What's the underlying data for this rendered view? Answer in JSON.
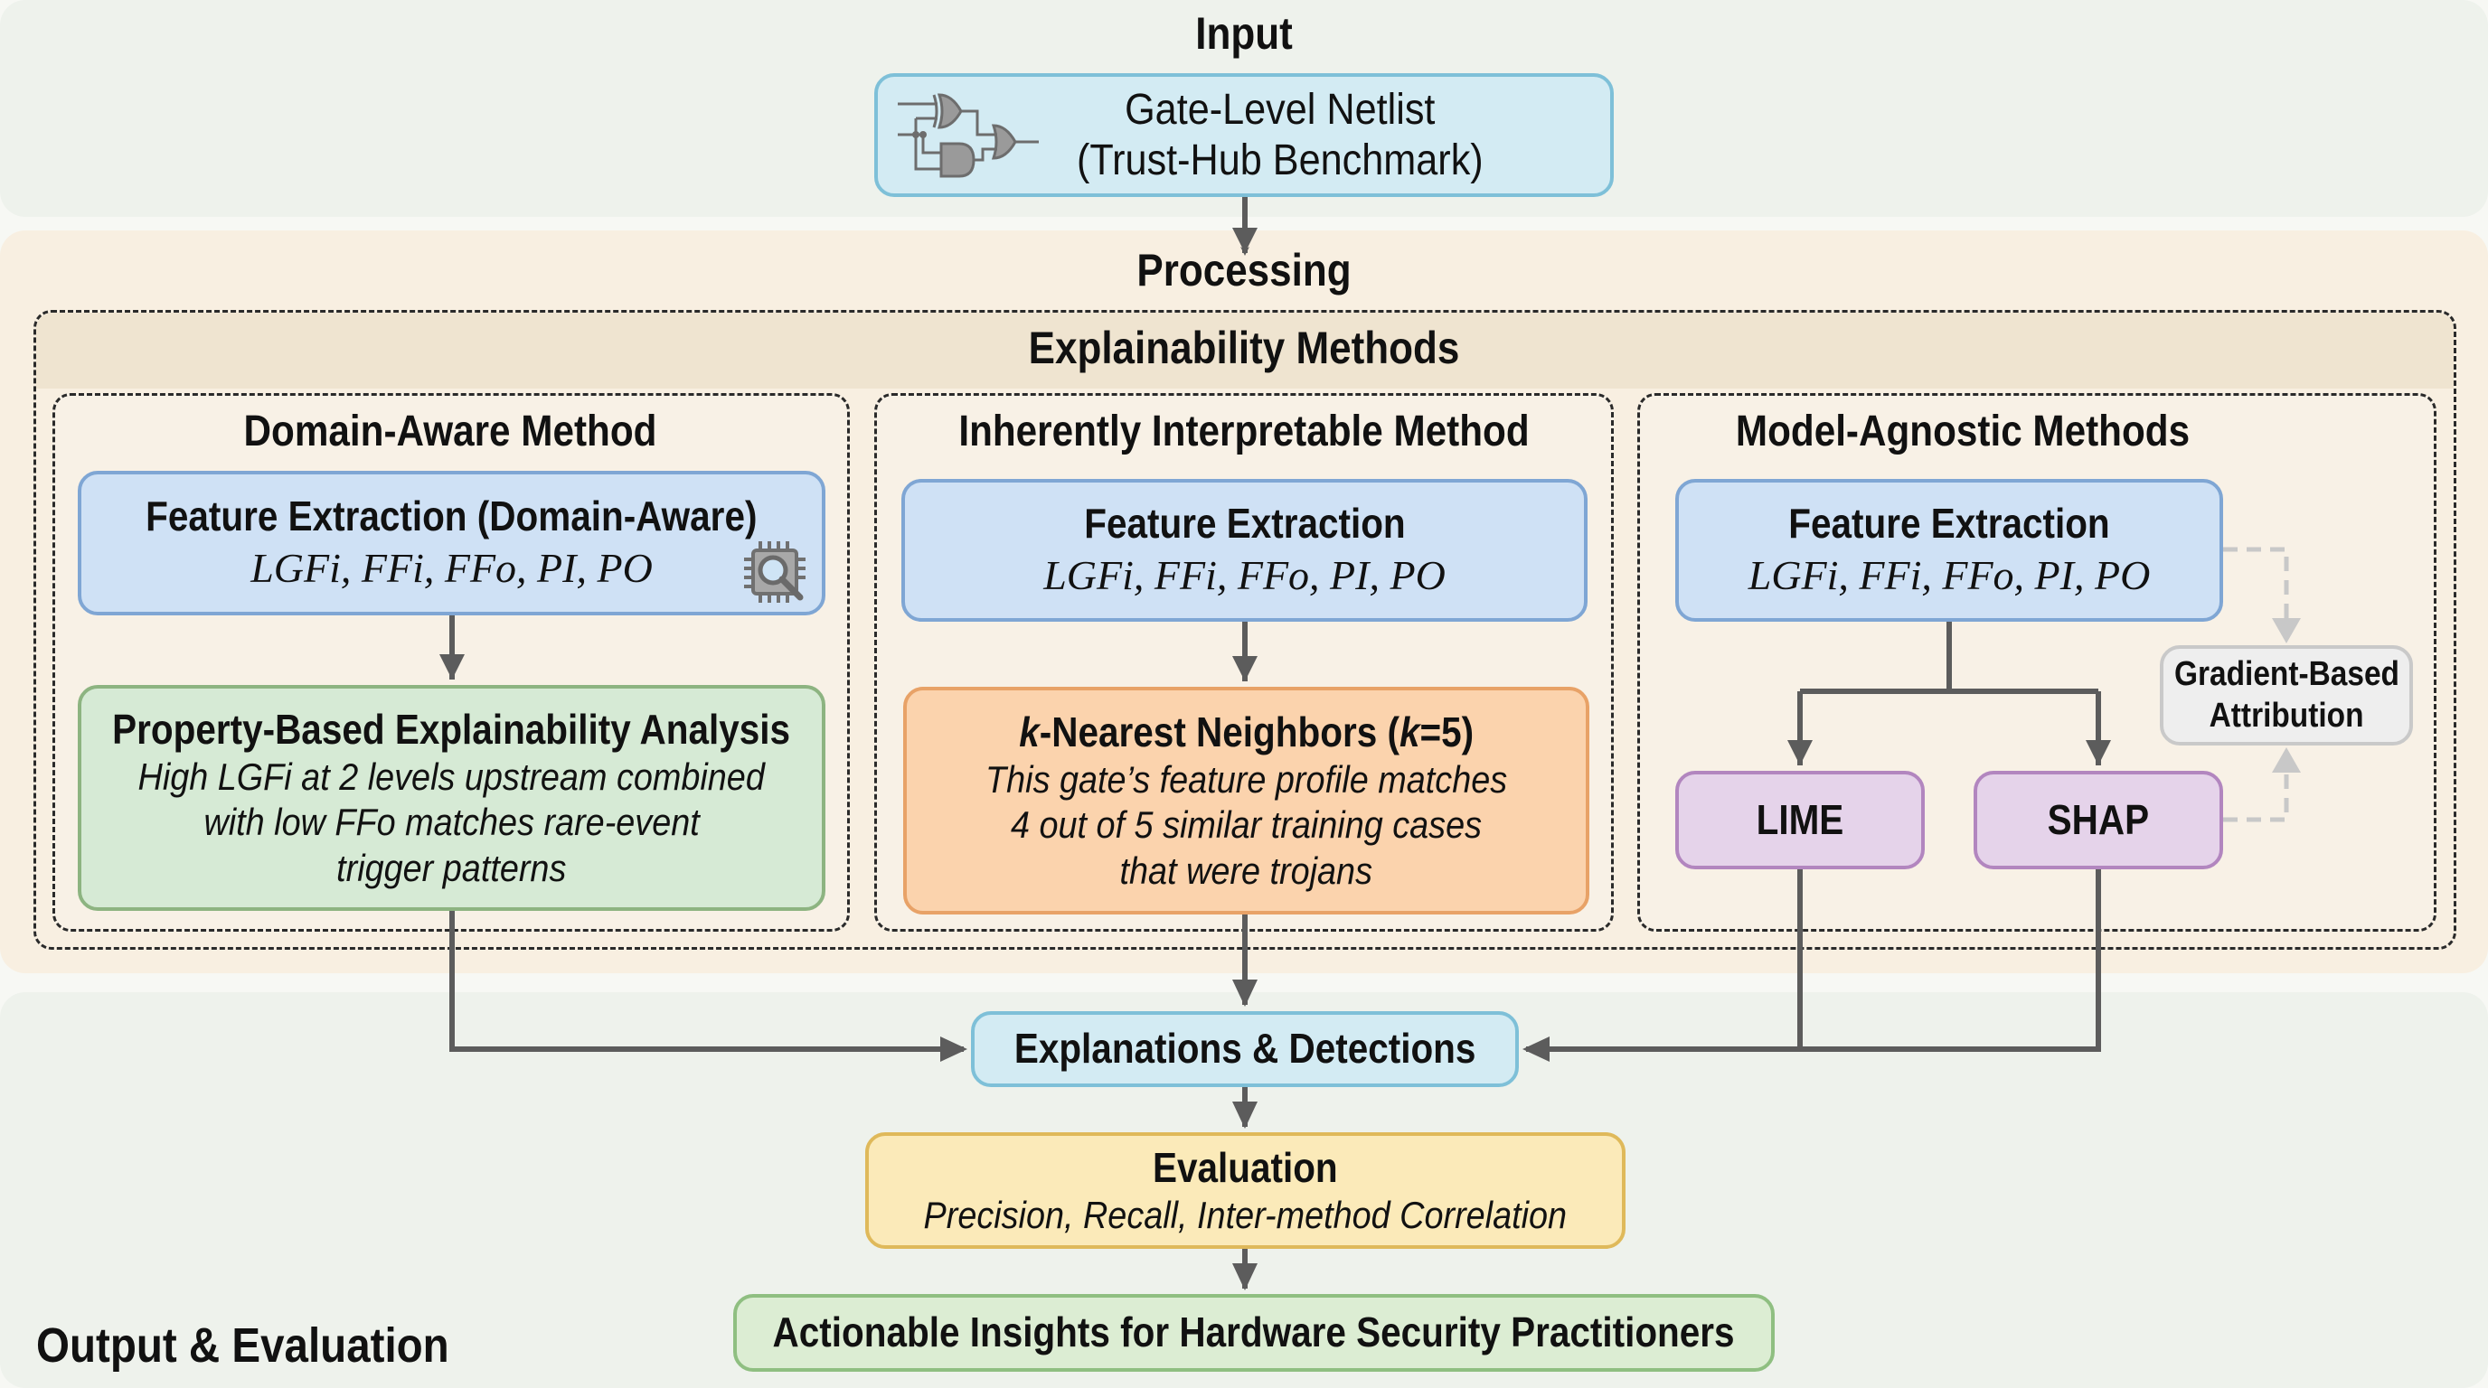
{
  "sections": {
    "input": "Input",
    "processing": "Processing",
    "output": "Output & Evaluation"
  },
  "input_box": {
    "line1": "Gate-Level Netlist",
    "line2": "(Trust-Hub Benchmark)",
    "icon": "logic-gates-icon"
  },
  "explainability": {
    "title": "Explainability Methods",
    "columns": [
      {
        "title": "Domain-Aware Method",
        "feature_title": "Feature Extraction (Domain-Aware)",
        "features": "LGFi, FFi, FFo, PI, PO",
        "icon": "chip-magnifier-icon",
        "analysis_title": "Property-Based Explainability Analysis",
        "analysis_lines": [
          "High LGFi at 2 levels upstream combined",
          "with low FFo matches rare-event",
          "trigger patterns"
        ]
      },
      {
        "title": "Inherently Interpretable Method",
        "feature_title": "Feature Extraction",
        "features": "LGFi, FFi, FFo, PI, PO",
        "knn_prefix": "k",
        "knn_mid": "-Nearest Neighbors (",
        "knn_k": "k",
        "knn_suffix": "=5)",
        "analysis_lines": [
          "This gate’s feature profile matches",
          "4 out of 5 similar training cases",
          "that were trojans"
        ]
      },
      {
        "title": "Model-Agnostic Methods",
        "feature_title": "Feature Extraction",
        "features": "LGFi, FFi, FFo, PI, PO",
        "lime": "LIME",
        "shap": "SHAP",
        "gradient_line1": "Gradient-Based",
        "gradient_line2": "Attribution"
      }
    ]
  },
  "outputs": {
    "explanations": "Explanations & Detections",
    "evaluation_title": "Evaluation",
    "evaluation_metrics": "Precision, Recall, Inter-method Correlation",
    "insights": "Actionable Insights for Hardware Security Practitioners"
  }
}
